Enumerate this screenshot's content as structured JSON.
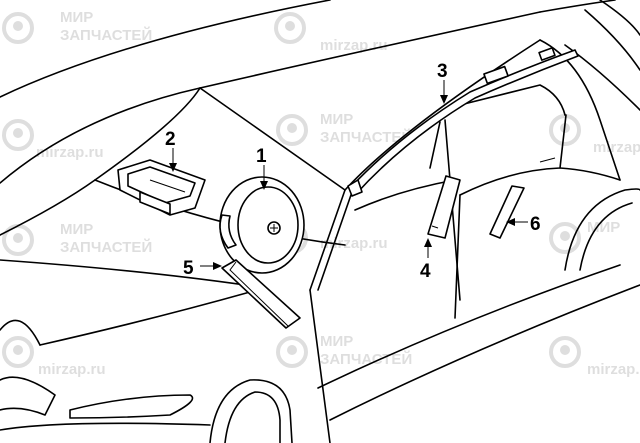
{
  "colors": {
    "line": "#000000",
    "background": "#ffffff",
    "watermark": "#cccccc"
  },
  "watermark": {
    "line1": "МИР",
    "line2": "ЗАПЧАСТЕЙ",
    "url": "mirzap.ru"
  },
  "callouts": [
    {
      "label": "1",
      "part": "driver-airbag"
    },
    {
      "label": "2",
      "part": "passenger-airbag"
    },
    {
      "label": "3",
      "part": "curtain-airbag"
    },
    {
      "label": "4",
      "part": "pillar-airbag"
    },
    {
      "label": "5",
      "part": "knee-airbag"
    },
    {
      "label": "6",
      "part": "door-airbag"
    }
  ]
}
